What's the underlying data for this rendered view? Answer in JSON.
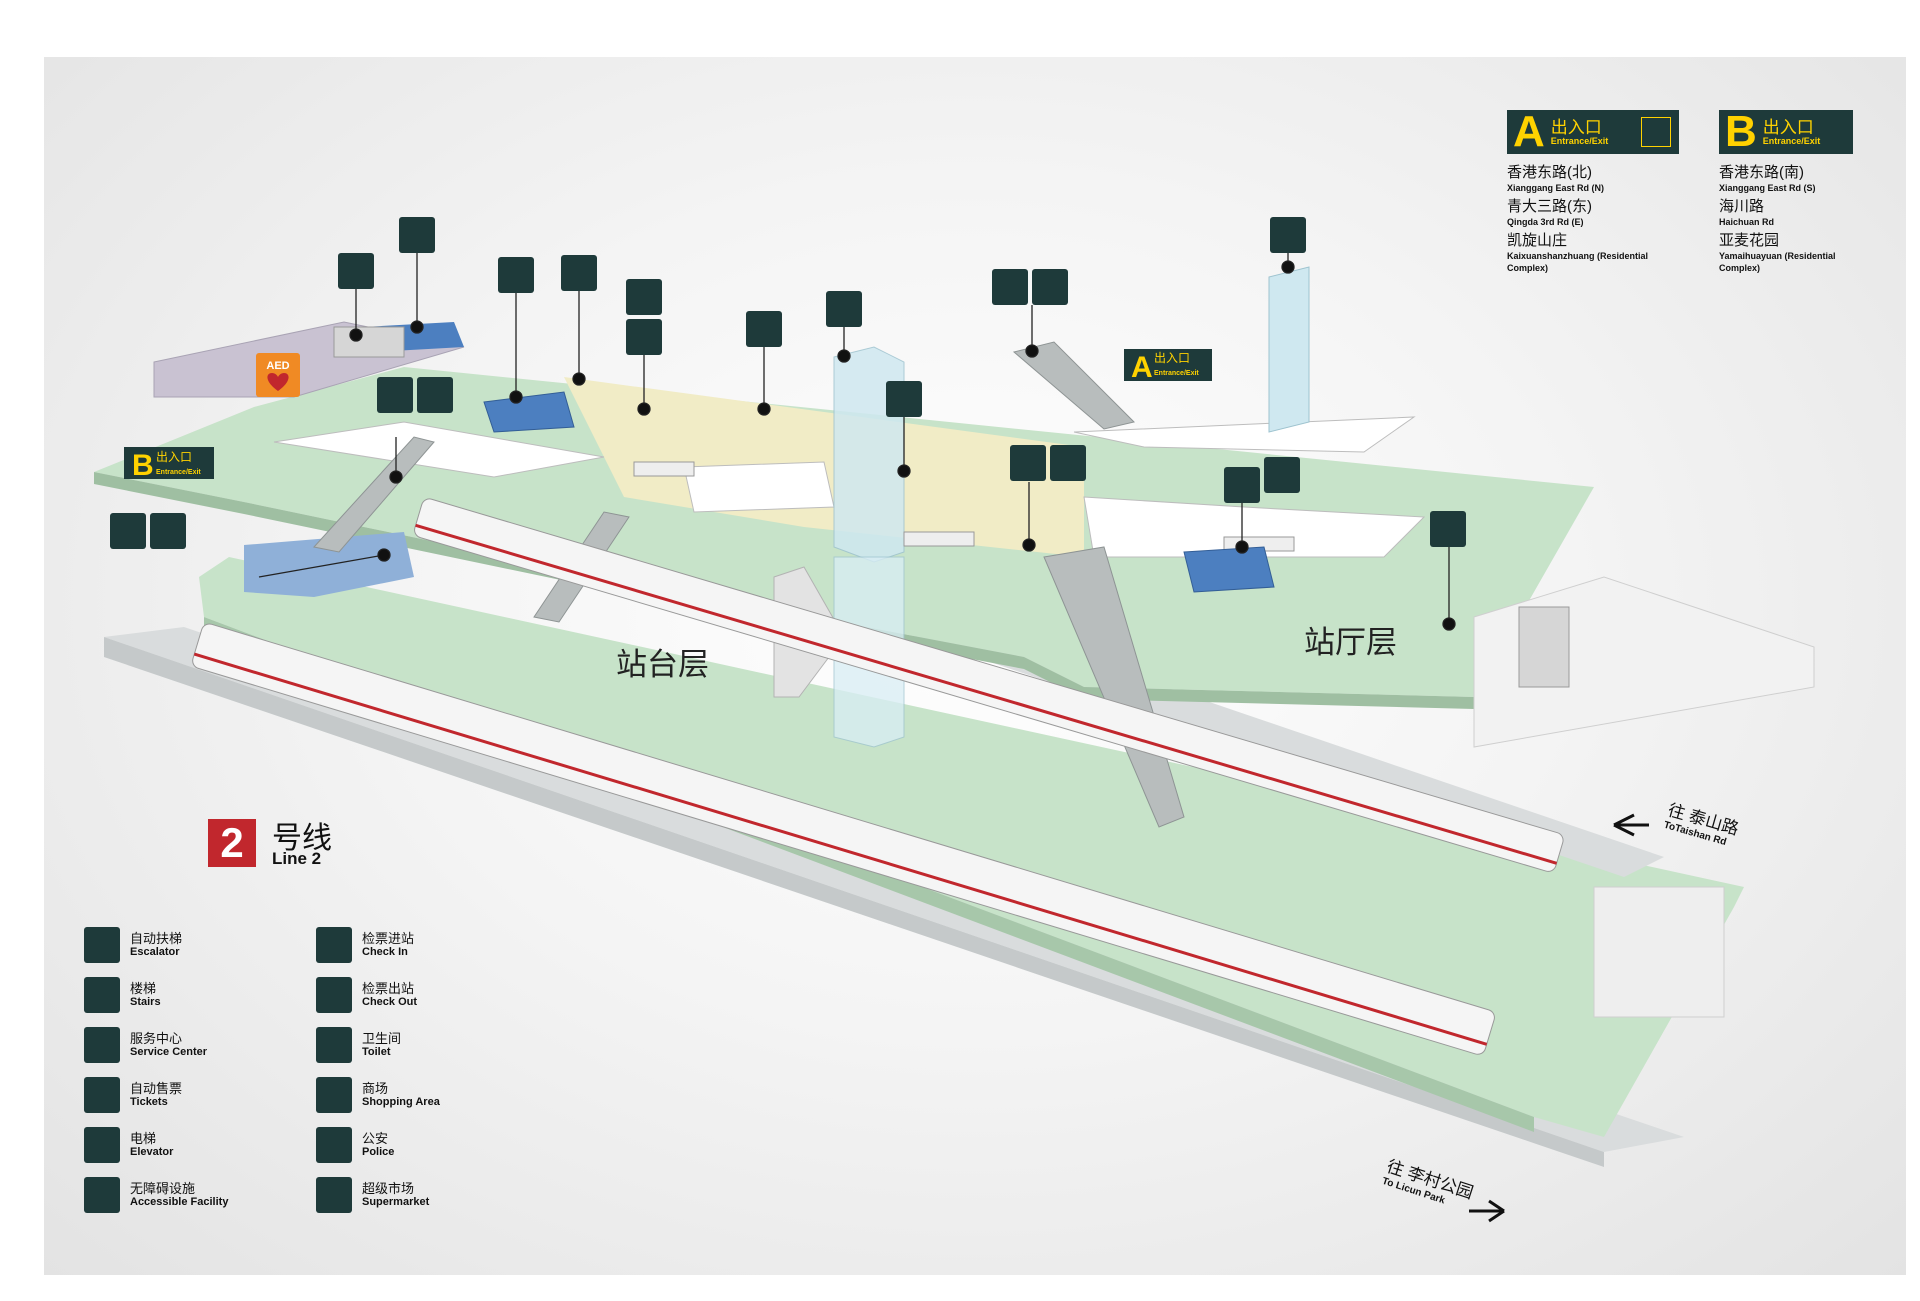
{
  "line": {
    "number": "2",
    "name_cn": "号线",
    "name_en": "Line 2",
    "color": "#c1272d"
  },
  "floors": {
    "concourse": "站厅层",
    "platform": "站台层"
  },
  "directions": {
    "north": {
      "cn": "往 泰山路",
      "en": "ToTaishan Rd"
    },
    "south": {
      "cn": "往 李村公园",
      "en": "To Licun Park"
    }
  },
  "entrances": [
    {
      "letter": "A",
      "label_cn": "出入口",
      "label_en": "Entrance/Exit",
      "streets": [
        {
          "cn": "香港东路(北)",
          "en": "Xianggang East Rd (N)"
        },
        {
          "cn": "青大三路(东)",
          "en": "Qingda 3rd Rd (E)"
        },
        {
          "cn": "凯旋山庄",
          "en": "Kaixuanshanzhuang (Residential Complex)"
        }
      ]
    },
    {
      "letter": "B",
      "label_cn": "出入口",
      "label_en": "Entrance/Exit",
      "streets": [
        {
          "cn": "香港东路(南)",
          "en": "Xianggang East Rd (S)"
        },
        {
          "cn": "海川路",
          "en": "Haichuan Rd"
        },
        {
          "cn": "亚麦花园",
          "en": "Yamaihuayuan (Residential Complex)"
        }
      ]
    }
  ],
  "aed": {
    "label": "AED"
  },
  "legend": [
    {
      "icon": "escalator-icon",
      "cn": "自动扶梯",
      "en": "Escalator"
    },
    {
      "icon": "stairs-icon",
      "cn": "楼梯",
      "en": "Stairs"
    },
    {
      "icon": "service-center-icon",
      "cn": "服务中心",
      "en": "Service Center"
    },
    {
      "icon": "ticket-machine-icon",
      "cn": "自动售票",
      "en": "Tickets"
    },
    {
      "icon": "elevator-icon",
      "cn": "电梯",
      "en": "Elevator"
    },
    {
      "icon": "accessible-icon",
      "cn": "无障碍设施",
      "en": "Accessible Facility"
    },
    {
      "icon": "check-in-icon",
      "cn": "检票进站",
      "en": "Check In"
    },
    {
      "icon": "check-out-icon",
      "cn": "检票出站",
      "en": "Check Out"
    },
    {
      "icon": "toilet-icon",
      "cn": "卫生间",
      "en": "Toilet"
    },
    {
      "icon": "shopping-icon",
      "cn": "商场",
      "en": "Shopping Area"
    },
    {
      "icon": "police-icon",
      "cn": "公安",
      "en": "Police"
    },
    {
      "icon": "supermarket-icon",
      "cn": "超级市场",
      "en": "Supermarket"
    }
  ],
  "colors": {
    "concourse": "#c7e3c9",
    "paid_zone": "#f1ecc6",
    "sign_bg": "#1e3a3a",
    "entrance_yellow": "#ffd200",
    "elevator_glass": "#cfe8f0"
  }
}
